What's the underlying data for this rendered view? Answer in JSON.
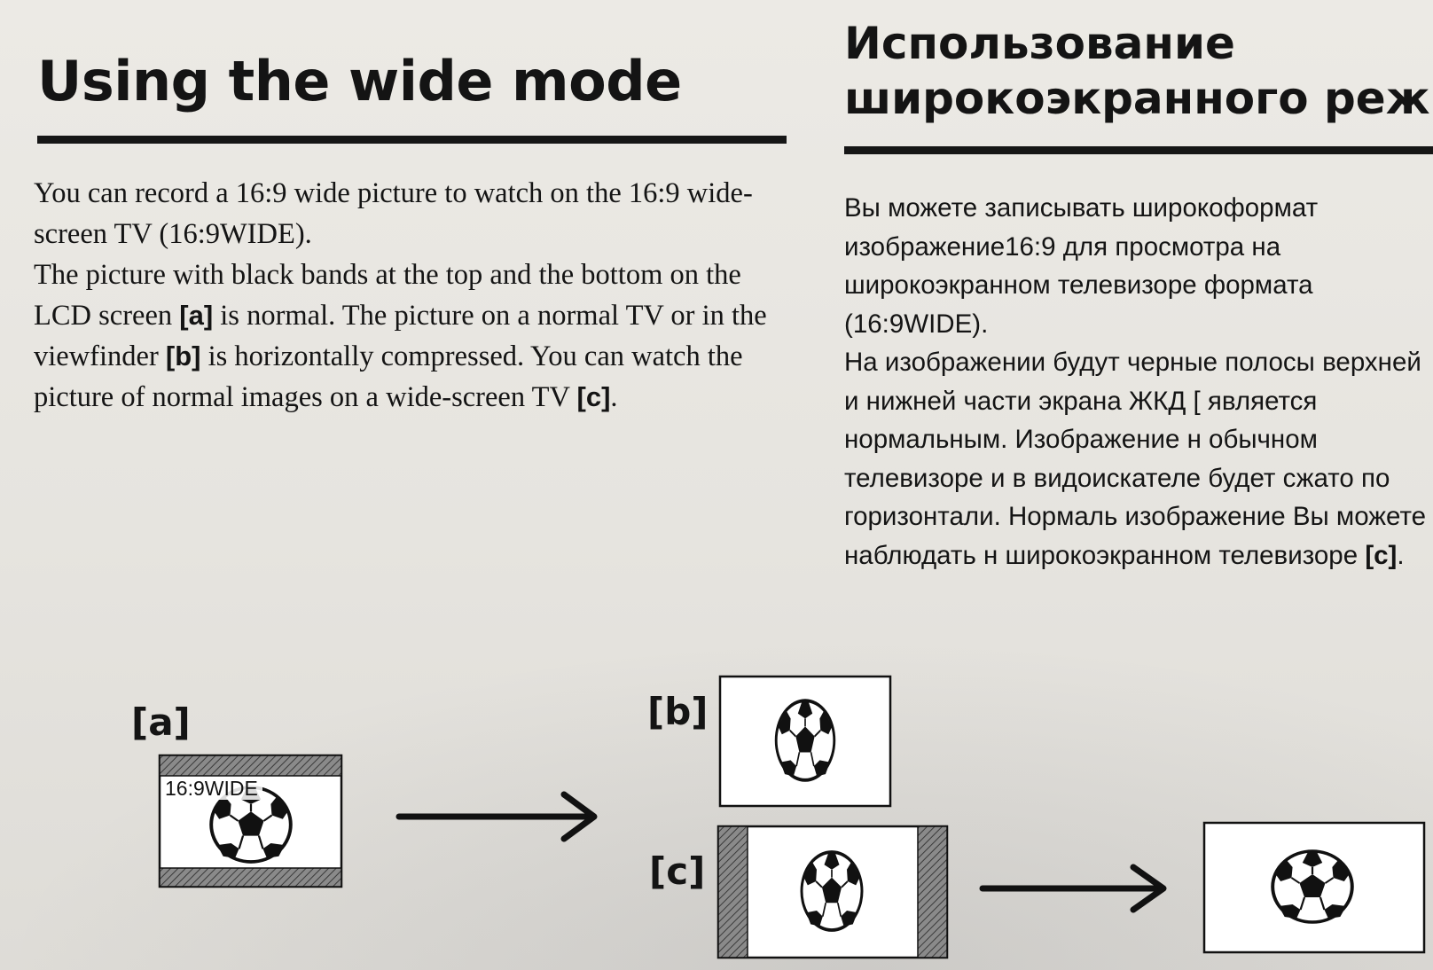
{
  "english": {
    "title": "Using the wide mode",
    "paragraphs": [
      [
        "You can record a 16:9 wide picture to watch on the 16:9 wide-screen TV (16:9WIDE)."
      ],
      [
        "The picture with black bands at the top and the bottom on the LCD screen ",
        "[a]",
        " is normal.  The picture on a normal TV or in the viewfinder ",
        "[b]",
        " is horizontally compressed.  You can watch the picture of normal images on a wide-screen TV ",
        "[c]",
        "."
      ]
    ],
    "p1": "You can record a 16:9 wide picture to watch on the 16:9 wide-screen TV (16:9WIDE).",
    "p2_a": "The picture with black bands at the top and the bottom on the LCD screen ",
    "p2_ref_a": "[a]",
    "p2_b": " is normal.  The picture on a normal TV or in the viewfinder ",
    "p2_ref_b": "[b]",
    "p2_c": " is horizontally compressed.  You can watch the picture of normal images on a wide-screen TV ",
    "p2_ref_c": "[c]",
    "p2_end": "."
  },
  "russian": {
    "title_line1": "Использование",
    "title_line2": "широкоэкранного реж",
    "p1": "Вы можете записывать широкоформат изображение16:9 для просмотра на широкоэкранном телевизоре формата (16:9WIDE).",
    "p2_a": "На изображении будут черные полосы верхней и нижней части экрана ЖКД [ является нормальным. Изображение н обычном телевизоре и в видоискателе будет сжато по горизонтали. Нормаль изображение Вы можете наблюдать н широкоэкранном телевизоре ",
    "p2_ref_c": "[c]",
    "p2_end": "."
  },
  "diagram": {
    "label_a": "[a]",
    "label_b": "[b]",
    "label_c": "[c]",
    "lcd_text": "16:9WIDE"
  }
}
